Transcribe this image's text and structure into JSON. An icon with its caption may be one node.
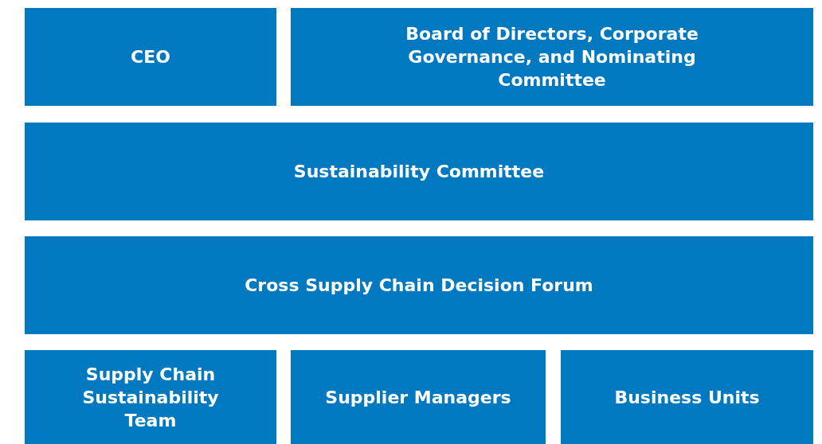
{
  "diagram": {
    "nodes": [
      {
        "text": [
          "CEO"
        ]
      },
      {
        "text": [
          "Board of Directors, Corporate Governance, and Nominating Committee"
        ]
      },
      {
        "text": [
          "Sustainability Committee"
        ]
      },
      {
        "text": [
          "Cross Supply Chain Decision Forum"
        ]
      },
      {
        "text": [
          "Supply Chain Sustainability Team"
        ]
      },
      {
        "text": [
          "Supplier Managers"
        ]
      },
      {
        "text": [
          "Business Units"
        ]
      }
    ]
  }
}
